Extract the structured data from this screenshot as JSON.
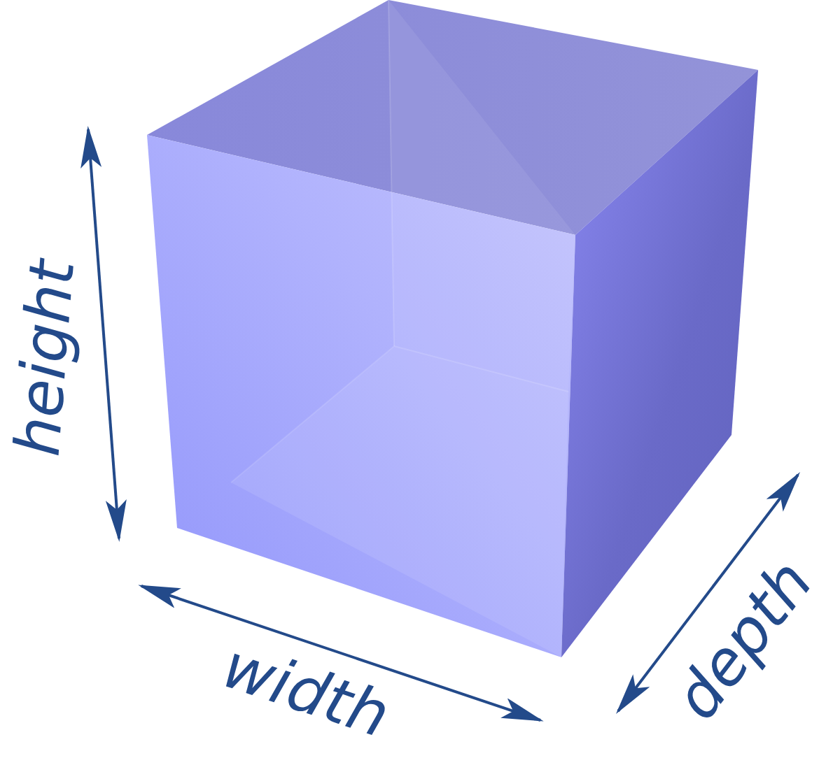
{
  "diagram": {
    "labels": [
      "height",
      "width",
      "depth"
    ]
  }
}
